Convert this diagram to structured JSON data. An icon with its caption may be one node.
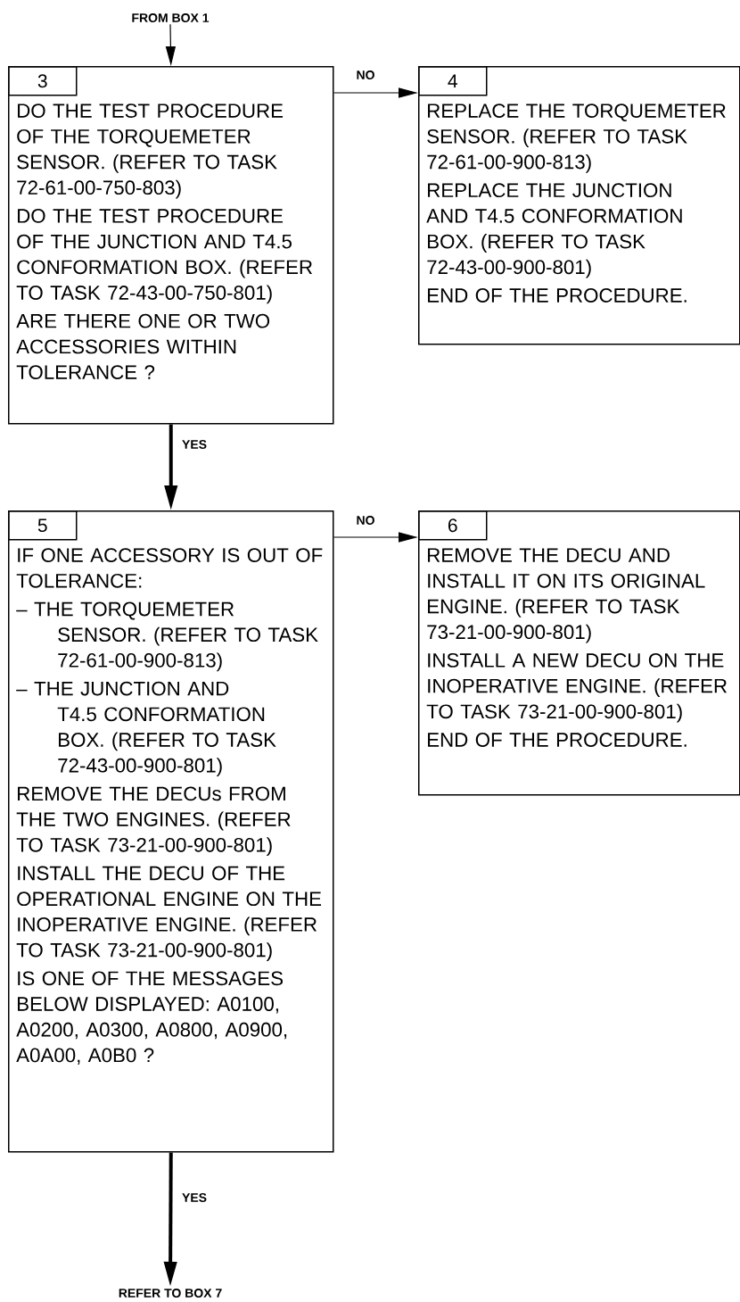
{
  "diagram": {
    "nodes": [
      {
        "text": [
          "FROM BOX 1"
        ]
      },
      {
        "text": [
          "3",
          "DO THE TEST PROCEDURE OF THE TORQUEMETER SENSOR. (REFER TO TASK 72-61-00-750-803)",
          "DO THE TEST PROCEDURE OF THE JUNCTION AND T4.5 CONFORMATION BOX. (REFER TO TASK 72-43-00-750-801)",
          "ARE THERE ONE OR TWO ACCESSORIES WITHIN TOLERANCE ?"
        ]
      },
      {
        "text": [
          "4",
          "REPLACE THE TORQUEMETER SENSOR. (REFER TO TASK 72-61-00-900-813)",
          "REPLACE THE JUNCTION AND T4.5 CONFORMATION BOX. (REFER TO TASK 72-43-00-900-801)",
          "END OF THE PROCEDURE."
        ]
      },
      {
        "text": [
          "5",
          "IF ONE ACCESSORY IS OUT OF TOLERANCE:",
          "– THE TORQUEMETER SENSOR. (REFER TO TASK 72-61-00-900-813)",
          "– THE JUNCTION AND T4.5 CONFORMATION BOX. (REFER TO TASK 72-43-00-900-801)",
          "REMOVE THE DECUs FROM THE TWO ENGINES. (REFER TO TASK 73-21-00-900-801)",
          "INSTALL THE DECU OF THE OPERATIONAL ENGINE ON THE INOPERATIVE ENGINE. (REFER TO TASK 73-21-00-900-801)",
          "IS ONE OF THE MESSAGES BELOW DISPLAYED: A0100, A0200, A0300, A0800, A0900, A0A00, A0B0 ?"
        ]
      },
      {
        "text": [
          "6",
          "REMOVE THE DECU AND INSTALL IT ON ITS ORIGINAL ENGINE. (REFER TO TASK 73-21-00-900-801)",
          "INSTALL A NEW DECU ON THE INOPERATIVE ENGINE. (REFER TO TASK 73-21-00-900-801)",
          "END OF THE PROCEDURE."
        ]
      },
      {
        "text": [
          "REFER TO BOX 7"
        ]
      }
    ],
    "edges": [
      {
        "from": 0,
        "to": 1,
        "arrow": "to"
      },
      {
        "from": 1,
        "to": 2,
        "arrow": "to",
        "label": "NO"
      },
      {
        "from": 1,
        "to": 3,
        "arrow": "to",
        "label": "YES",
        "style": "thick"
      },
      {
        "from": 3,
        "to": 4,
        "arrow": "to",
        "label": "NO"
      },
      {
        "from": 3,
        "to": 5,
        "arrow": "to",
        "label": "YES",
        "style": "thick"
      }
    ]
  }
}
